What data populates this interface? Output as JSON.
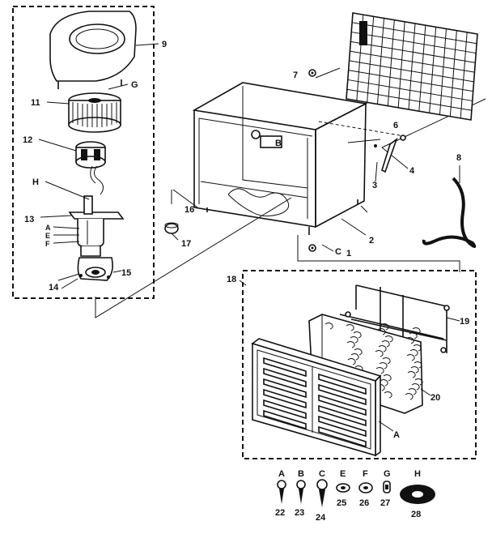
{
  "diagram": {
    "part_numbers": {
      "p1": "1",
      "p2": "2",
      "p3": "3",
      "p4": "4",
      "p6": "6",
      "p7": "7",
      "p8": "8",
      "p9": "9",
      "p11": "11",
      "p12": "12",
      "p13": "13",
      "p14": "14",
      "p15": "15",
      "p16": "16",
      "p17": "17",
      "p18": "18",
      "p19": "19",
      "p20": "20",
      "p22": "22",
      "p23": "23",
      "p24": "24",
      "p25": "25",
      "p26": "26",
      "p27": "27",
      "p28": "28"
    },
    "letters": {
      "a_side": "A",
      "b_box": "B",
      "c_bottom": "C",
      "e_side": "E",
      "f_side": "F",
      "g_top": "G",
      "h_left": "H",
      "a_panel": "A",
      "a_left": "A"
    },
    "hardware_letters": [
      "A",
      "B",
      "C",
      "E",
      "F",
      "G",
      "H"
    ],
    "hardware_numbers": [
      "22",
      "23",
      "24",
      "25",
      "26",
      "27",
      "28"
    ]
  }
}
